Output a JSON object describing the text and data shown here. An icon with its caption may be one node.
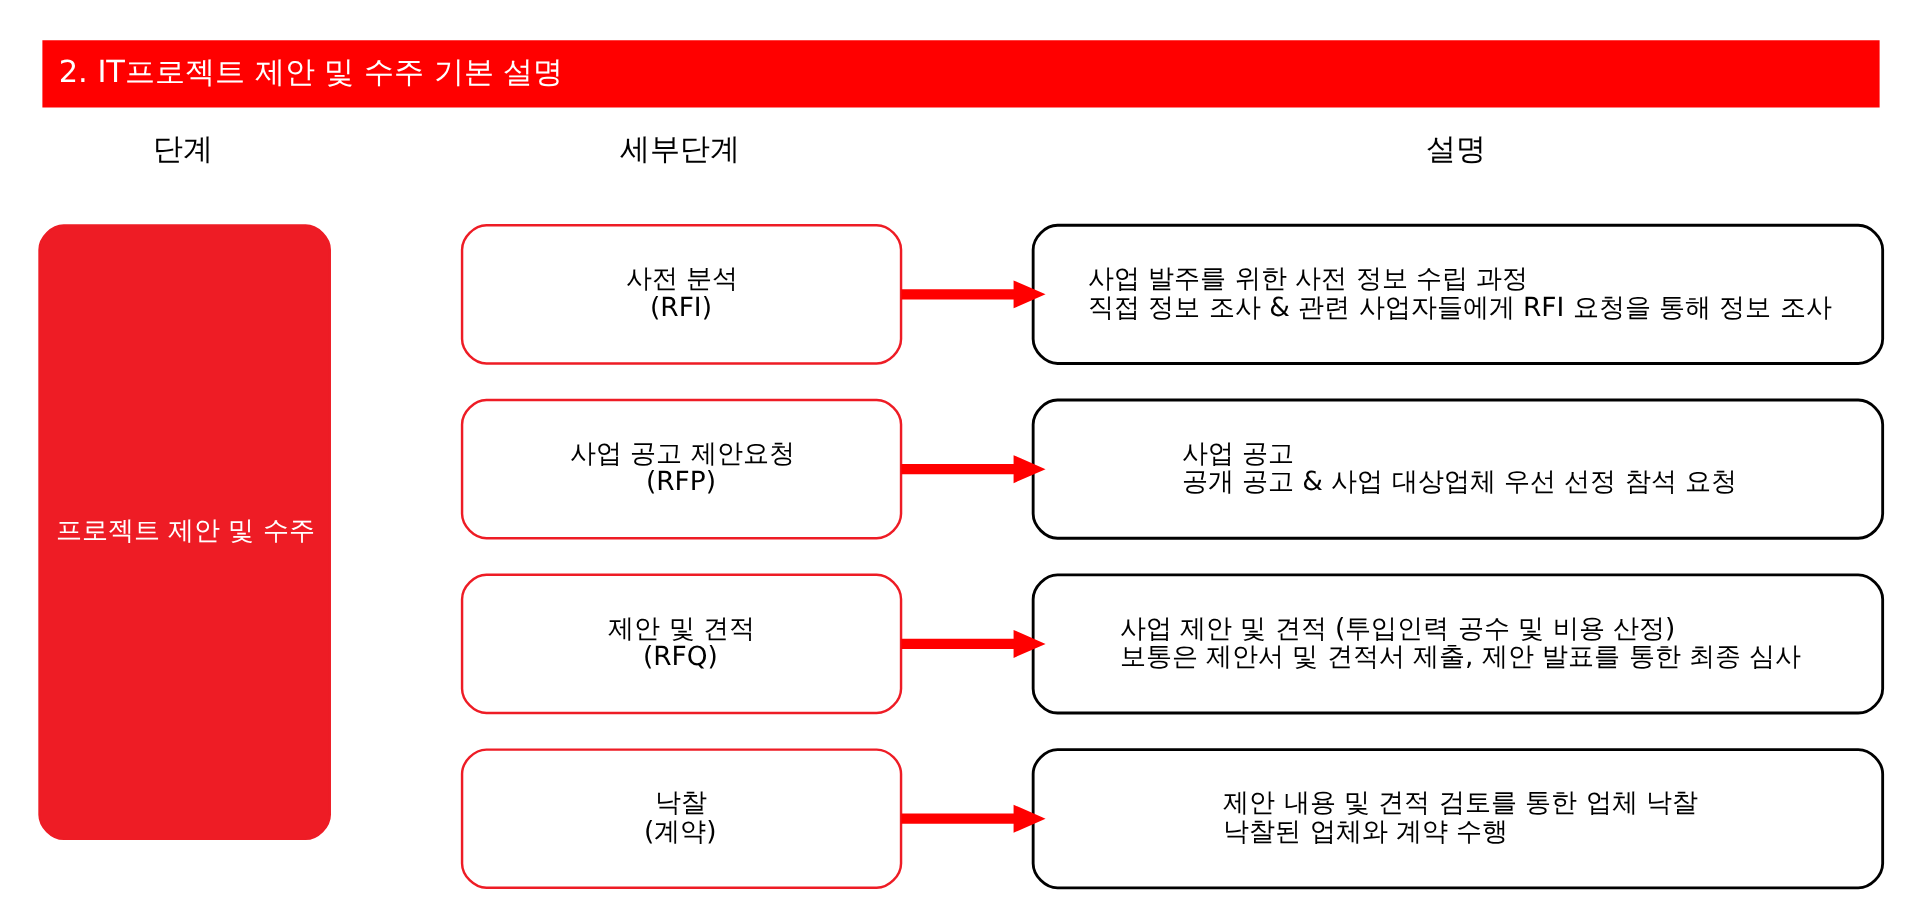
{
  "diagram": {
    "title": "2. IT프로젝트 제안 및 수주 기본 설명",
    "nodes": [
      {
        "text": [
          "프로젝트 제안 및 수주"
        ]
      },
      {
        "text": [
          "사전 분석",
          "(RFI)"
        ]
      },
      {
        "text": [
          "사업 발주를 위한 사전 정보 수립 과정",
          "직접 정보 조사 & 관련 사업자들에게 RFI 요청을 통해 정보 조사"
        ]
      },
      {
        "text": [
          "사업 공고 제안요청",
          "(RFP)"
        ]
      },
      {
        "text": [
          "사업 공고",
          "공개 공고 & 사업 대상업체 우선 선정 참석 요청"
        ]
      },
      {
        "text": [
          "제안 및 견적",
          "(RFQ)"
        ]
      },
      {
        "text": [
          "사업 제안 및 견적 (투입인력 공수 및 비용 산정)",
          "보통은 제안서 및 견적서 제출, 제안 발표를 통한 최종 심사"
        ]
      },
      {
        "text": [
          "낙찰",
          "(계약)"
        ]
      },
      {
        "text": [
          "제안 내용 및 견적 검토를 통한 업체 낙찰",
          "낙찰된 업체와 계약 수행"
        ]
      }
    ],
    "edges": [
      {
        "from": 1,
        "to": 2,
        "arrow": "to"
      },
      {
        "from": 3,
        "to": 4,
        "arrow": "to"
      },
      {
        "from": 5,
        "to": 6,
        "arrow": "to"
      },
      {
        "from": 7,
        "to": 8,
        "arrow": "to"
      }
    ],
    "labels": [
      "단계",
      "세부단계",
      "설명"
    ]
  }
}
